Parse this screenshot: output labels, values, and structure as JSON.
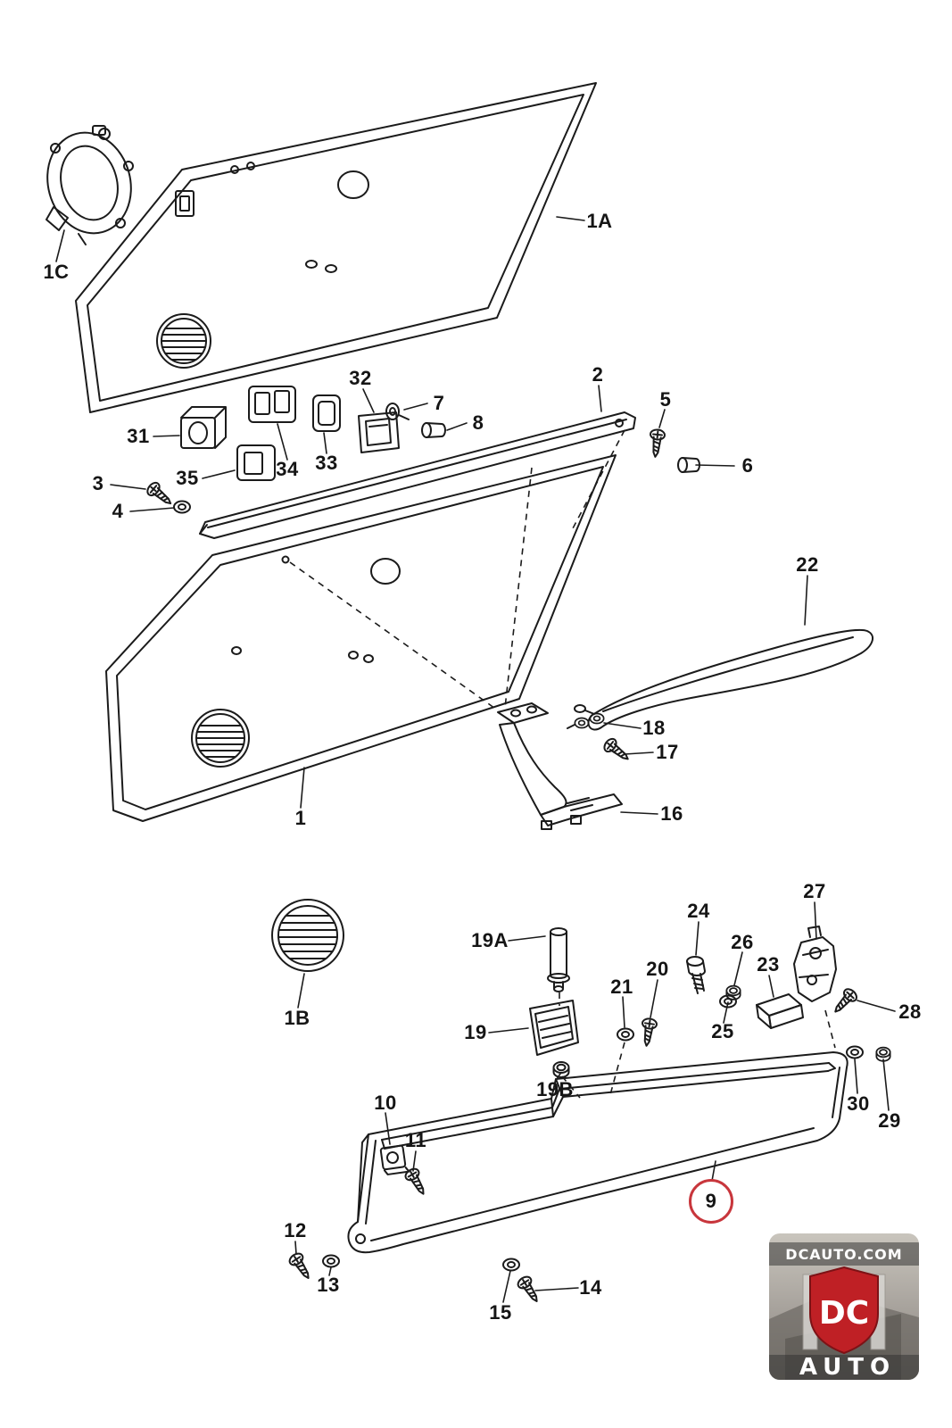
{
  "page": {
    "background": "#ffffff"
  },
  "diagram": {
    "kind": "exploded-parts-diagram",
    "subject": "Door panels and interior trim",
    "highlighted_part": "9",
    "colors": {
      "line": "#1b1b1b",
      "highlight_red": "#c8363c"
    },
    "labels": {
      "p1": "1",
      "p1A": "1A",
      "p1B": "1B",
      "p1C": "1C",
      "p2": "2",
      "p3": "3",
      "p4": "4",
      "p5": "5",
      "p6": "6",
      "p7": "7",
      "p8": "8",
      "p9": "9",
      "p10": "10",
      "p11": "11",
      "p12": "12",
      "p13": "13",
      "p14": "14",
      "p15": "15",
      "p16": "16",
      "p17": "17",
      "p18": "18",
      "p19": "19",
      "p19A": "19A",
      "p19B": "19B",
      "p20": "20",
      "p21": "21",
      "p22": "22",
      "p23": "23",
      "p24": "24",
      "p25": "25",
      "p26": "26",
      "p27": "27",
      "p28": "28",
      "p29": "29",
      "p30": "30",
      "p31": "31",
      "p32": "32",
      "p33": "33",
      "p34": "34",
      "p35": "35"
    }
  },
  "watermark": {
    "site": "DCAUTO.COM",
    "monogram": "DC",
    "name": "AUTO",
    "shield_red": "#bf2025"
  }
}
